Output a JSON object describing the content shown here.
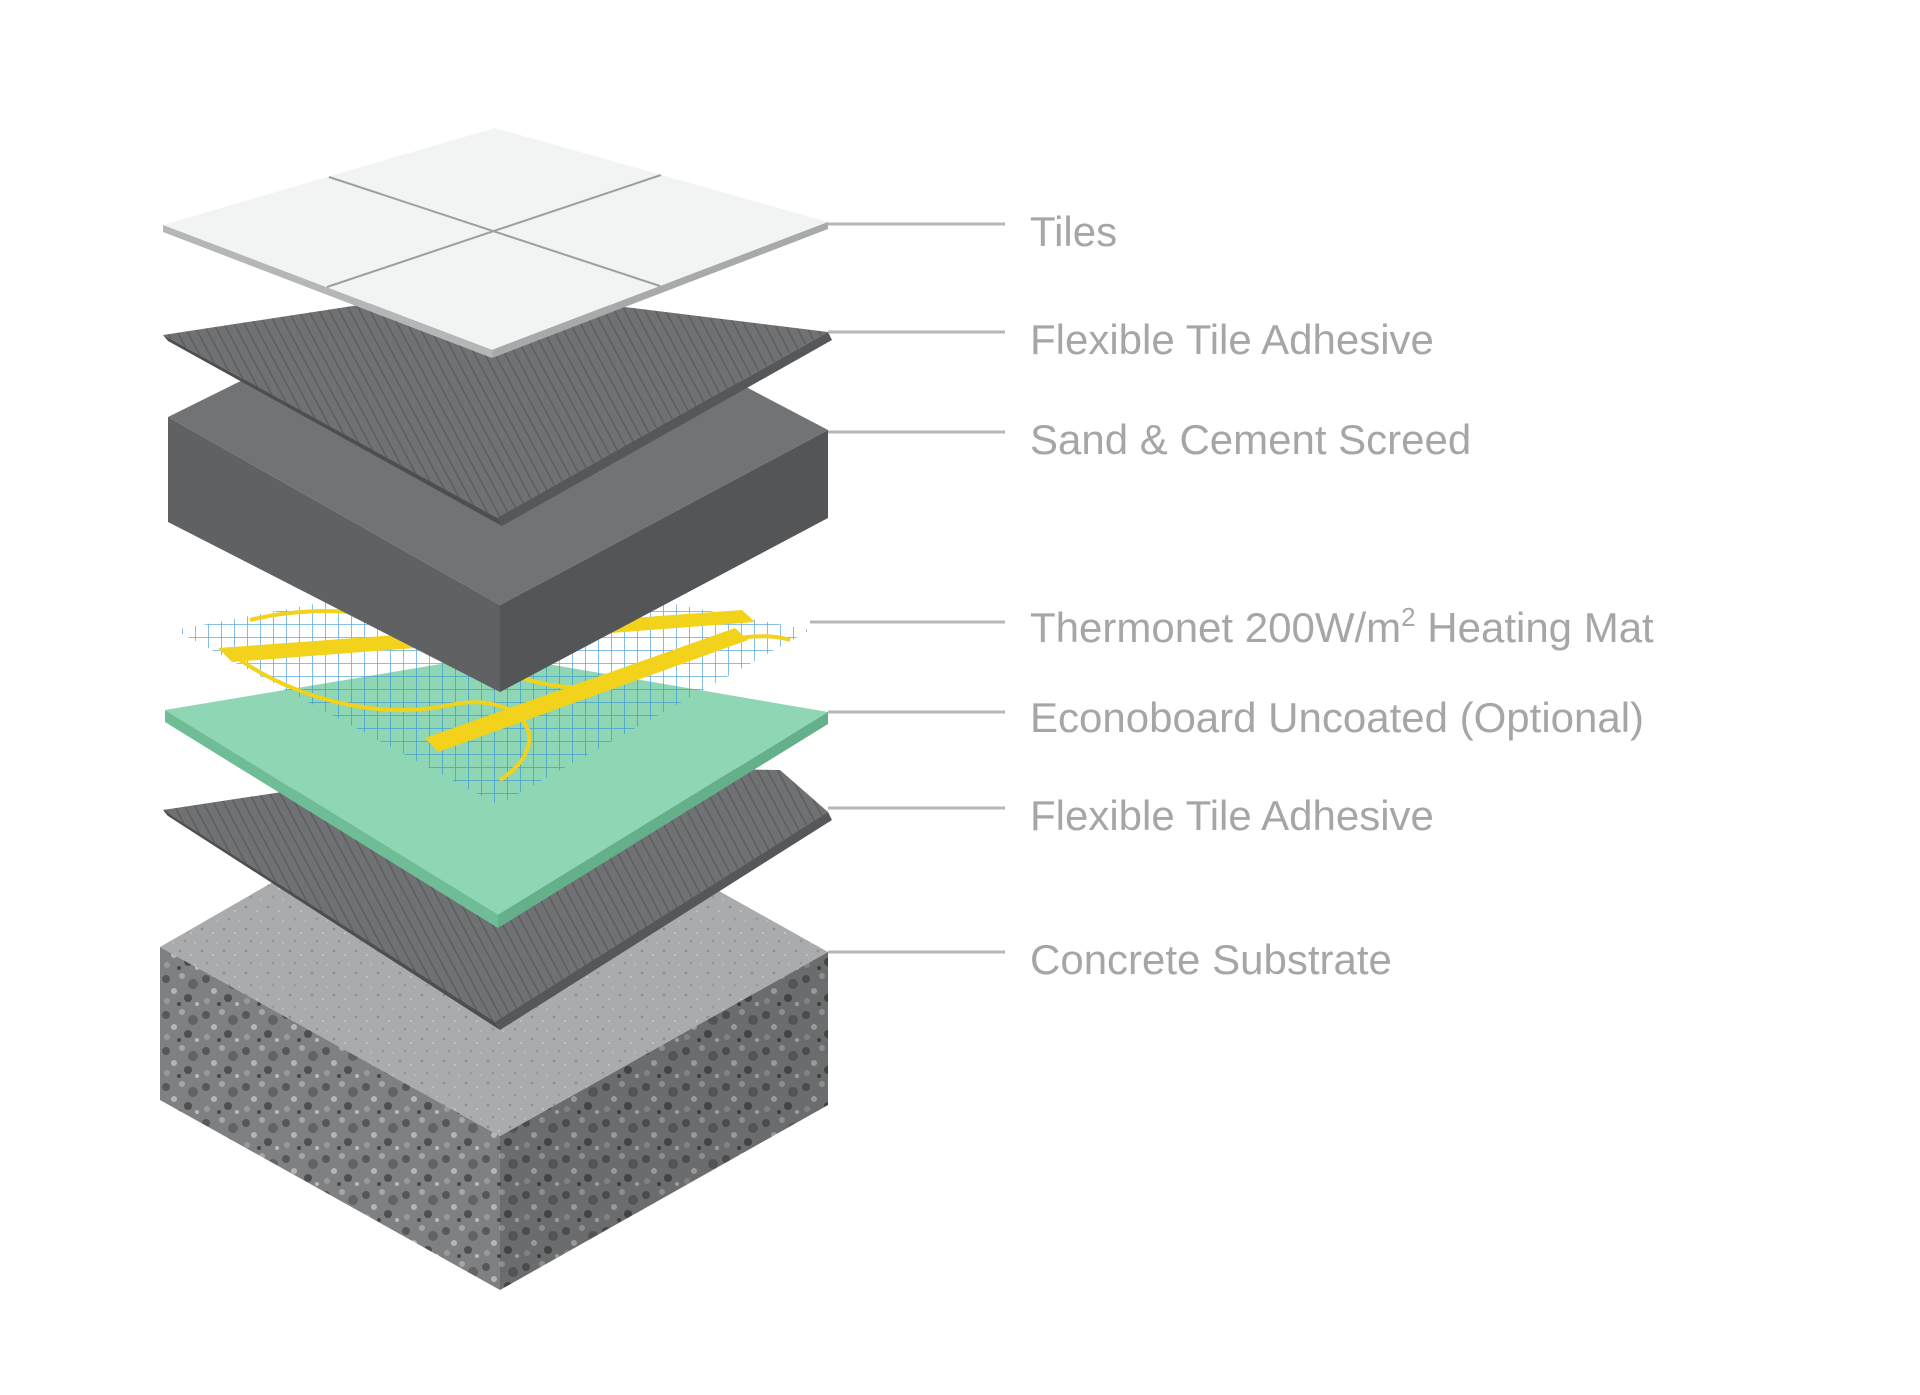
{
  "layers": [
    {
      "id": "tiles",
      "label": "Tiles"
    },
    {
      "id": "adhesive-top",
      "label": "Flexible Tile Adhesive"
    },
    {
      "id": "screed",
      "label": "Sand & Cement Screed"
    },
    {
      "id": "heating-mat",
      "label_main": "Thermonet 200W/m",
      "label_sup": "2",
      "label_tail": " Heating Mat"
    },
    {
      "id": "econoboard",
      "label": "Econoboard Uncoated (Optional)"
    },
    {
      "id": "adhesive-bottom",
      "label": "Flexible Tile Adhesive"
    },
    {
      "id": "concrete",
      "label": "Concrete Substrate"
    }
  ],
  "colors": {
    "tile": "#f2f3f3",
    "tile_grout": "#9c9ea0",
    "adhesive": "#6f7173",
    "screed_top": "#717375",
    "screed_left": "#5f6163",
    "screed_right": "#535557",
    "mesh": "#2e8fd8",
    "mat_tape": "#f2d21b",
    "econoboard": "#8fd6b4",
    "concrete_top": "#a9aaab",
    "concrete_side": "#7d7e7f",
    "label": "#a4a6a8",
    "leader": "#b5b7b9"
  }
}
